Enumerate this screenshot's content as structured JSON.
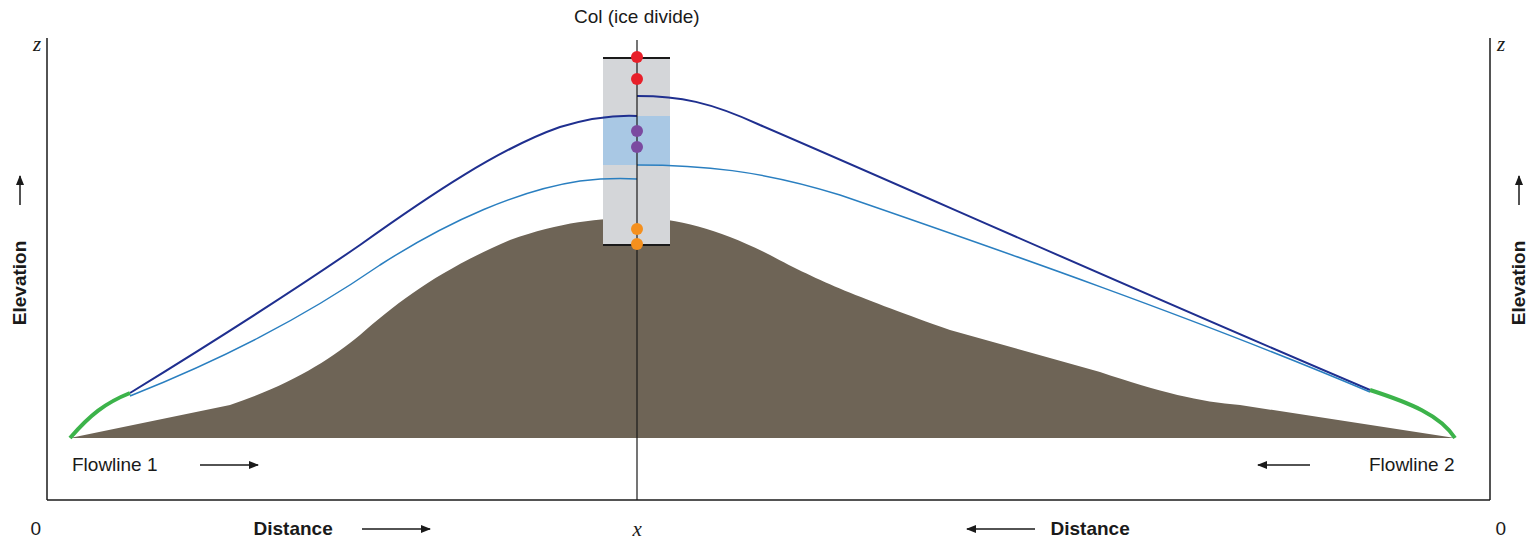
{
  "diagram": {
    "labels": [
      "Col (ice divide)",
      "z",
      "z",
      "Elevation",
      "Elevation",
      "Flowline 1",
      "Flowline 2",
      "0",
      "Distance",
      "x",
      "Distance",
      "0"
    ]
  }
}
